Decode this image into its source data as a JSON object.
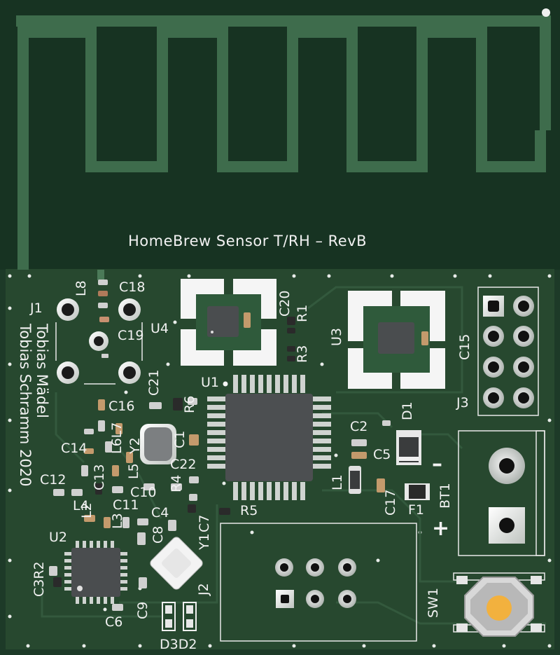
{
  "board": {
    "title": "HomeBrew Sensor T/RH – RevB",
    "author1": "Tobias Mädel",
    "author2": "Tobias Schramm 2020",
    "polarity_minus": "–",
    "polarity_plus": "+"
  },
  "refs": {
    "L8": "L8",
    "C18": "C18",
    "J1": "J1",
    "C19": "C19",
    "C21": "C21",
    "U4": "U4",
    "C20": "C20",
    "R1": "R1",
    "R3": "R3",
    "U3": "U3",
    "C15": "C15",
    "J3": "J3",
    "U1": "U1",
    "C16": "C16",
    "R6": "R6",
    "Y2": "Y2",
    "C1": "C1",
    "L6L7": "L6L7",
    "C14": "C14",
    "L5": "L5",
    "C13": "C13",
    "C12": "C12",
    "C10": "C10",
    "C22": "C22",
    "R4": "R4",
    "L4": "L4",
    "C11": "C11",
    "C2": "C2",
    "C5": "C5",
    "L1": "L1",
    "D1": "D1",
    "C17": "C17",
    "F1": "F1",
    "BT1": "BT1",
    "R5": "R5",
    "L3": "L3",
    "L2": "L2",
    "C4": "C4",
    "C8": "C8",
    "C7": "C7",
    "Y1": "Y1",
    "U2": "U2",
    "C3R2": "C3R2",
    "C6": "C6",
    "C9": "C9",
    "J2": "J2",
    "SW1": "SW1",
    "D3D2": "D3D2"
  }
}
